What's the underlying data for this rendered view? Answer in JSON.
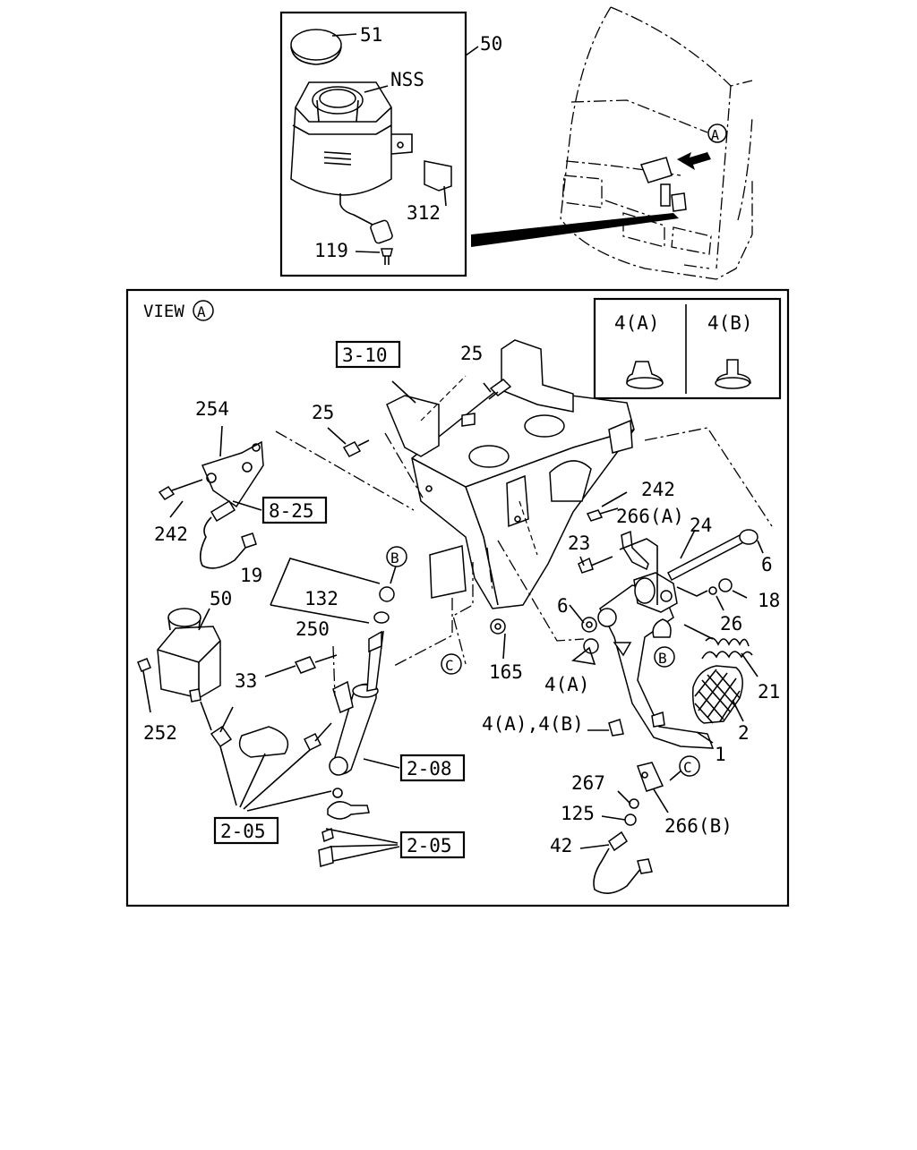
{
  "inset_top": {
    "labels": {
      "p51": "51",
      "p50": "50",
      "nss": "NSS",
      "p312": "312",
      "p119": "119"
    },
    "view_marker": "A"
  },
  "main": {
    "view_title": "VIEW",
    "view_marker": "A",
    "ref_boxes": {
      "r3_10": "3-10",
      "r8_25": "8-25",
      "r2_08": "2-08",
      "r2_05a": "2-05",
      "r2_05b": "2-05"
    },
    "variant_box": {
      "left": "4(A)",
      "right": "4(B)"
    },
    "callouts": {
      "b_top": "B",
      "b_mid": "B",
      "c_left": "C",
      "c_right": "C"
    },
    "labels": {
      "p25a": "25",
      "p25b": "25",
      "p254": "254",
      "p242a": "242",
      "p242b": "242",
      "p266a": "266(A)",
      "p24": "24",
      "p23": "23",
      "p6a": "6",
      "p18": "18",
      "p19": "19",
      "p132": "132",
      "p250": "250",
      "p50": "50",
      "p33": "33",
      "p6b": "6",
      "p26": "26",
      "p165": "165",
      "p4a": "4(A)",
      "p21": "21",
      "p252": "252",
      "p4ab": "4(A),4(B)",
      "p2": "2",
      "p1": "1",
      "p267": "267",
      "p125": "125",
      "p266b": "266(B)",
      "p42": "42"
    }
  }
}
